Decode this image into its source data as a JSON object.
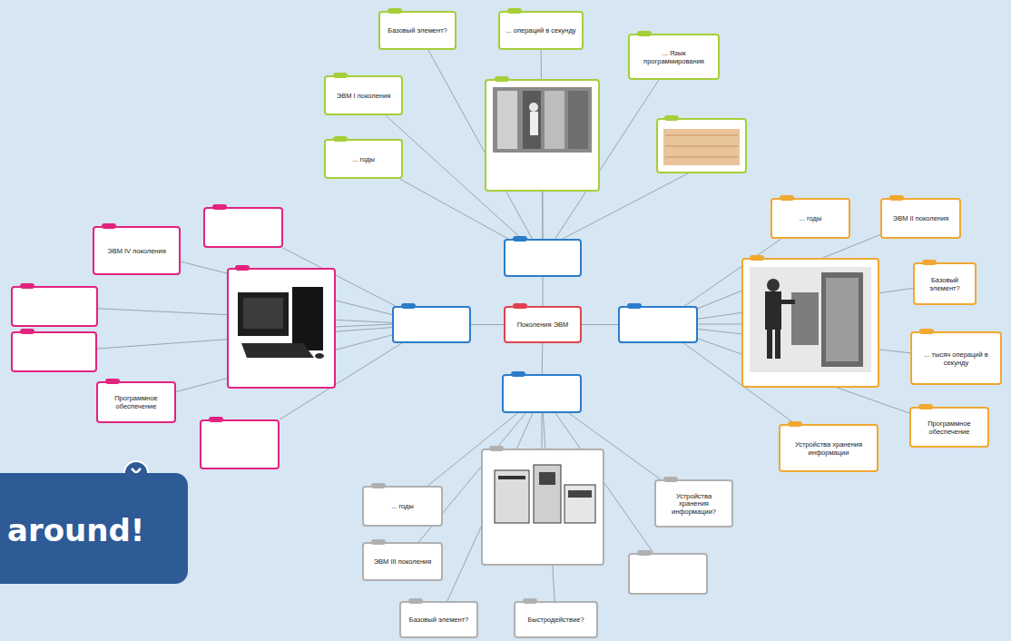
{
  "diagram": {
    "nodes": [
      {
        "text": [
          "Поколения ЭВМ"
        ]
      },
      {
        "text": []
      },
      {
        "text": []
      },
      {
        "text": []
      },
      {
        "text": []
      },
      {
        "text": [
          "Базовый элемент?"
        ]
      },
      {
        "text": [
          "... операций в секунду"
        ]
      },
      {
        "text": [
          "... Язык программирования"
        ]
      },
      {
        "text": [
          "ЭВМ I поколения"
        ]
      },
      {
        "text": [
          "... годы"
        ]
      },
      {
        "text": [
          "... годы"
        ]
      },
      {
        "text": [
          "ЭВМ II поколения"
        ]
      },
      {
        "text": [
          "Базовый элемент?"
        ]
      },
      {
        "text": [
          "... тысяч операций в секунду"
        ]
      },
      {
        "text": [
          "Программное обеспечение"
        ]
      },
      {
        "text": [
          "Устройства хранения информации"
        ]
      },
      {
        "text": [
          "ЭВМ IV поколения"
        ]
      },
      {
        "text": []
      },
      {
        "text": []
      },
      {
        "text": []
      },
      {
        "text": [
          "Программное обеспечение"
        ]
      },
      {
        "text": []
      },
      {
        "text": [
          "... годы"
        ]
      },
      {
        "text": [
          "ЭВМ III поколения"
        ]
      },
      {
        "text": [
          "Базовый элемент?"
        ]
      },
      {
        "text": [
          "Быстродействие?"
        ]
      },
      {
        "text": [
          "Устройства хранения информации?"
        ]
      },
      {
        "text": []
      }
    ],
    "edges": [
      {
        "from": 0,
        "to": 1,
        "arrow": "none"
      },
      {
        "from": 0,
        "to": 2,
        "arrow": "none"
      },
      {
        "from": 0,
        "to": 3,
        "arrow": "none"
      },
      {
        "from": 0,
        "to": 4,
        "arrow": "none"
      },
      {
        "from": 1,
        "to": 5,
        "arrow": "none"
      },
      {
        "from": 1,
        "to": 6,
        "arrow": "none"
      },
      {
        "from": 1,
        "to": 7,
        "arrow": "none"
      },
      {
        "from": 1,
        "to": 8,
        "arrow": "none"
      },
      {
        "from": 1,
        "to": 9,
        "arrow": "none"
      },
      {
        "from": 3,
        "to": 10,
        "arrow": "none"
      },
      {
        "from": 3,
        "to": 11,
        "arrow": "none"
      },
      {
        "from": 3,
        "to": 12,
        "arrow": "none"
      },
      {
        "from": 3,
        "to": 13,
        "arrow": "none"
      },
      {
        "from": 3,
        "to": 14,
        "arrow": "none"
      },
      {
        "from": 3,
        "to": 15,
        "arrow": "none"
      },
      {
        "from": 2,
        "to": 16,
        "arrow": "none"
      },
      {
        "from": 2,
        "to": 17,
        "arrow": "none"
      },
      {
        "from": 2,
        "to": 18,
        "arrow": "none"
      },
      {
        "from": 2,
        "to": 19,
        "arrow": "none"
      },
      {
        "from": 2,
        "to": 20,
        "arrow": "none"
      },
      {
        "from": 2,
        "to": 21,
        "arrow": "none"
      },
      {
        "from": 4,
        "to": 22,
        "arrow": "none"
      },
      {
        "from": 4,
        "to": 23,
        "arrow": "none"
      },
      {
        "from": 4,
        "to": 24,
        "arrow": "none"
      },
      {
        "from": 4,
        "to": 25,
        "arrow": "none"
      },
      {
        "from": 4,
        "to": 26,
        "arrow": "none"
      },
      {
        "from": 4,
        "to": 27,
        "arrow": "none"
      }
    ],
    "labels": [
      "around!"
    ]
  }
}
